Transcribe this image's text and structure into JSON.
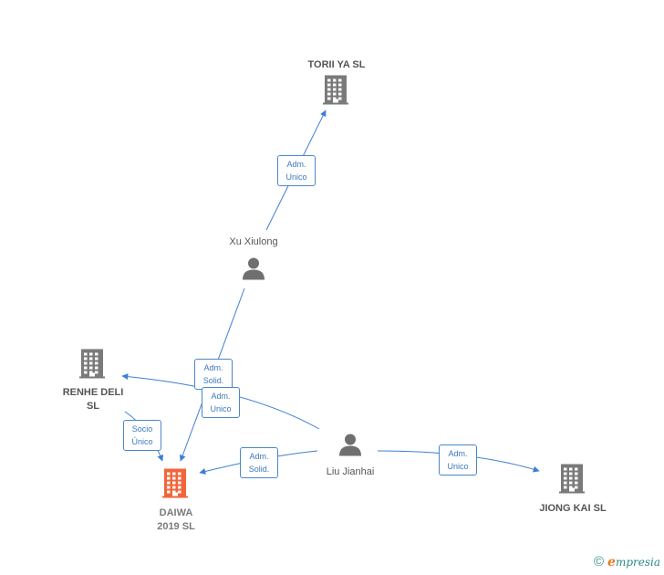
{
  "colors": {
    "edge": "#3d7fd4",
    "company": "#7a7a7a",
    "company_highlight": "#f0653a",
    "person": "#6f6f6f"
  },
  "nodes": [
    {
      "id": "torii",
      "type": "company",
      "label": "TORII YA  SL"
    },
    {
      "id": "xu",
      "type": "person",
      "label": "Xu Xiulong"
    },
    {
      "id": "renhe",
      "type": "company",
      "label": "RENHE DELI\nSL"
    },
    {
      "id": "liu",
      "type": "person",
      "label": "Liu Jianhai"
    },
    {
      "id": "daiwa",
      "type": "company",
      "label": "DAIWA\n2019  SL",
      "highlight": true
    },
    {
      "id": "jiong",
      "type": "company",
      "label": "JIONG KAI SL"
    }
  ],
  "edges": [
    {
      "from": "xu",
      "to": "torii",
      "label": "Adm.\nUnico"
    },
    {
      "from": "xu",
      "to": "daiwa",
      "label": "Adm.\nSolid."
    },
    {
      "from": "liu",
      "to": "renhe",
      "label": "Adm.\nUnico"
    },
    {
      "from": "renhe",
      "to": "daiwa",
      "label": "Socio\nÚnico"
    },
    {
      "from": "liu",
      "to": "daiwa",
      "label": "Adm.\nSolid."
    },
    {
      "from": "liu",
      "to": "jiong",
      "label": "Adm.\nUnico"
    }
  ],
  "watermark": {
    "copyright": "©",
    "brand_initial": "e",
    "brand_rest": "mpresia"
  }
}
